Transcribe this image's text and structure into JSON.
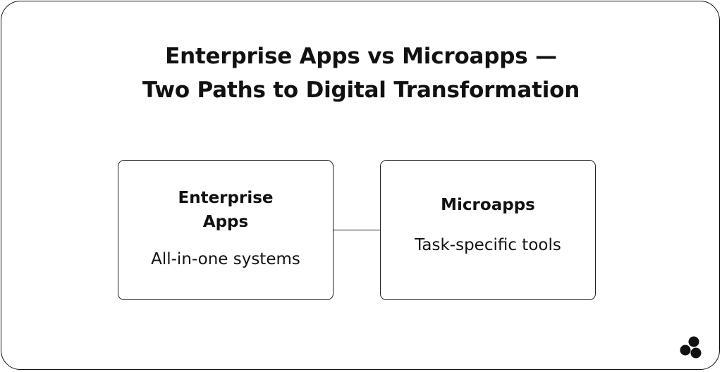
{
  "title": {
    "line1": "Enterprise Apps vs Microapps —",
    "line2": "Two Paths to Digital Transformation"
  },
  "nodes": [
    {
      "heading_lines": [
        "Enterprise",
        "Apps"
      ],
      "description": "All-in-one systems"
    },
    {
      "heading": "Microapps",
      "description": "Task-specific tools"
    }
  ],
  "logo": {
    "icon": "three-circles-logo-icon",
    "color": "#111111"
  },
  "colors": {
    "background": "#ffffff",
    "foreground": "#111111"
  }
}
